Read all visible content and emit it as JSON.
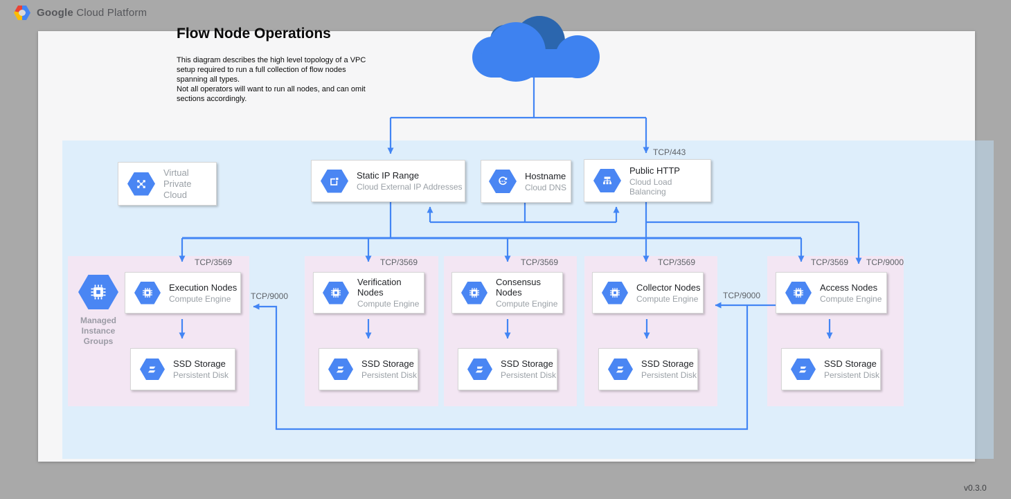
{
  "header": {
    "brand_bold": "Google",
    "brand_rest": "Cloud Platform"
  },
  "canvas": {
    "title": "Flow Node Operations",
    "description_para1": "This diagram describes the high level topology of a VPC setup required to run a full collection of flow nodes spanning all types.",
    "description_para2": "Not all operators will want to run all nodes, and can omit sections accordingly.",
    "version": "v0.3.0"
  },
  "ports": {
    "tcp443": "TCP/443",
    "tcp3569": "TCP/3569",
    "tcp9000": "TCP/9000"
  },
  "vpc_card": {
    "line1": "Virtual",
    "line2": "Private Cloud",
    "icon": "vpc-icon"
  },
  "top_cards": [
    {
      "title": "Static IP Range",
      "subtitle": "Cloud External IP Addresses",
      "icon": "external-ip-icon"
    },
    {
      "title": "Hostname",
      "subtitle": "Cloud DNS",
      "icon": "dns-icon"
    },
    {
      "title": "Public HTTP",
      "subtitle": "Cloud Load Balancing",
      "icon": "load-balancer-icon"
    }
  ],
  "mig": {
    "line1": "Managed",
    "line2": "Instance",
    "line3": "Groups",
    "icon": "compute-engine-icon"
  },
  "groups": [
    {
      "node_title": "Execution Nodes",
      "node_subtitle": "Compute Engine",
      "node_icon": "compute-engine-icon",
      "ssd_title": "SSD Storage",
      "ssd_subtitle": "Persistent Disk",
      "ssd_icon": "persistent-disk-icon"
    },
    {
      "node_title": "Verification Nodes",
      "node_subtitle": "Compute Engine",
      "node_icon": "compute-engine-icon",
      "ssd_title": "SSD Storage",
      "ssd_subtitle": "Persistent Disk",
      "ssd_icon": "persistent-disk-icon"
    },
    {
      "node_title": "Consensus Nodes",
      "node_subtitle": "Compute Engine",
      "node_icon": "compute-engine-icon",
      "ssd_title": "SSD Storage",
      "ssd_subtitle": "Persistent Disk",
      "ssd_icon": "persistent-disk-icon"
    },
    {
      "node_title": "Collector Nodes",
      "node_subtitle": "Compute Engine",
      "node_icon": "compute-engine-icon",
      "ssd_title": "SSD Storage",
      "ssd_subtitle": "Persistent Disk",
      "ssd_icon": "persistent-disk-icon"
    },
    {
      "node_title": "Access Nodes",
      "node_subtitle": "Compute Engine",
      "node_icon": "compute-engine-icon",
      "ssd_title": "SSD Storage",
      "ssd_subtitle": "Persistent Disk",
      "ssd_icon": "persistent-disk-icon"
    }
  ],
  "colors": {
    "accent_blue": "#4285F4",
    "cloud_blue": "#3E82F0",
    "cloud_dark_blue": "#2B66AE",
    "vpc_region_blue": "#E2EFF9",
    "group_pink": "#F3E6F3",
    "canvas_gray": "#F6F6F7",
    "background_gray": "#A9A9A9"
  }
}
